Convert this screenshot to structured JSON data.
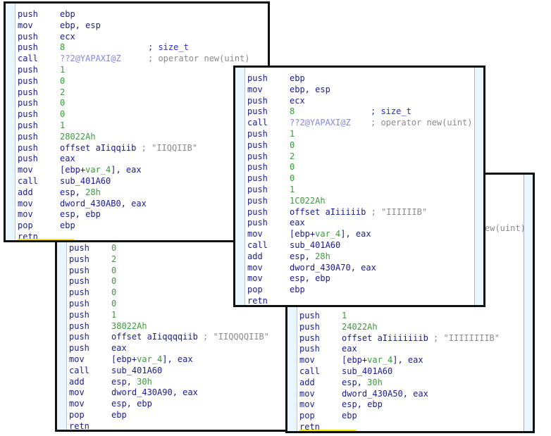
{
  "colors": {
    "mnemonic": "#1a1a8c",
    "immediate": "#3a9a3a",
    "import_name": "#8585e0",
    "comment": "#8a8a8a",
    "type_comment": "#2a2ae0",
    "gutter": "#eaf6fd",
    "border": "#111111",
    "highlight": "#f5e400"
  },
  "panels": [
    {
      "id": "func-iiqqiib",
      "lines": [
        {
          "m": "push",
          "o": "ebp"
        },
        {
          "m": "mov",
          "o": "ebp, esp"
        },
        {
          "m": "push",
          "o": "ecx"
        },
        {
          "m": "push",
          "o": "8",
          "c": "; size_t"
        },
        {
          "m": "call",
          "o": "??2@YAPAXI@Z",
          "c": "; operator new(uint)"
        },
        {
          "m": "push",
          "o": "1"
        },
        {
          "m": "push",
          "o": "0"
        },
        {
          "m": "push",
          "o": "2"
        },
        {
          "m": "push",
          "o": "0"
        },
        {
          "m": "push",
          "o": "0"
        },
        {
          "m": "push",
          "o": "1"
        },
        {
          "m": "push",
          "o": "28022Ah"
        },
        {
          "m": "push",
          "o": "offset aIiqqiib",
          "c": "; \"IIQQIIB\""
        },
        {
          "m": "push",
          "o": "eax"
        },
        {
          "m": "mov",
          "o": "[ebp+var_4], eax"
        },
        {
          "m": "call",
          "o": "sub_401A60"
        },
        {
          "m": "add",
          "o": "esp, 28h"
        },
        {
          "m": "mov",
          "o": "dword_430AB0, eax"
        },
        {
          "m": "mov",
          "o": "esp, ebp"
        },
        {
          "m": "pop",
          "o": "ebp"
        },
        {
          "m": "retn",
          "o": ""
        }
      ]
    },
    {
      "id": "func-iiqqqqiib",
      "lines": [
        {
          "m": "push",
          "o": "0"
        },
        {
          "m": "push",
          "o": "2"
        },
        {
          "m": "push",
          "o": "0"
        },
        {
          "m": "push",
          "o": "0"
        },
        {
          "m": "push",
          "o": "0"
        },
        {
          "m": "push",
          "o": "0"
        },
        {
          "m": "push",
          "o": "1"
        },
        {
          "m": "push",
          "o": "38022Ah"
        },
        {
          "m": "push",
          "o": "offset aIiqqqqiib",
          "c": "; \"IIQQQQIIB\""
        },
        {
          "m": "push",
          "o": "eax"
        },
        {
          "m": "mov",
          "o": "[ebp+var_4], eax"
        },
        {
          "m": "call",
          "o": "sub_401A60"
        },
        {
          "m": "add",
          "o": "esp, 30h"
        },
        {
          "m": "mov",
          "o": "dword_430A90, eax"
        },
        {
          "m": "mov",
          "o": "esp, ebp"
        },
        {
          "m": "pop",
          "o": "ebp"
        },
        {
          "m": "retn",
          "o": ""
        }
      ]
    },
    {
      "id": "func-iiiiiiiib",
      "lines": [
        {
          "m": "push",
          "o": "1"
        },
        {
          "m": "push",
          "o": "24022Ah"
        },
        {
          "m": "push",
          "o": "offset aIiiiiiiib",
          "c": "; \"IIIIIIIIB\""
        },
        {
          "m": "push",
          "o": "eax"
        },
        {
          "m": "mov",
          "o": "[ebp+var_4], eax"
        },
        {
          "m": "call",
          "o": "sub_401A60"
        },
        {
          "m": "add",
          "o": "esp, 30h"
        },
        {
          "m": "mov",
          "o": "dword_430A50, eax"
        },
        {
          "m": "mov",
          "o": "esp, ebp"
        },
        {
          "m": "pop",
          "o": "ebp"
        },
        {
          "m": "retn",
          "o": ""
        }
      ],
      "peek_comment": "ew(uint)"
    },
    {
      "id": "func-iiiiiib",
      "lines": [
        {
          "m": "push",
          "o": "ebp"
        },
        {
          "m": "mov",
          "o": "ebp, esp"
        },
        {
          "m": "push",
          "o": "ecx"
        },
        {
          "m": "push",
          "o": "8",
          "c": "; size_t"
        },
        {
          "m": "call",
          "o": "??2@YAPAXI@Z",
          "c": "; operator new(uint)"
        },
        {
          "m": "push",
          "o": "1"
        },
        {
          "m": "push",
          "o": "0"
        },
        {
          "m": "push",
          "o": "2"
        },
        {
          "m": "push",
          "o": "0"
        },
        {
          "m": "push",
          "o": "0"
        },
        {
          "m": "push",
          "o": "1"
        },
        {
          "m": "push",
          "o": "1C022Ah"
        },
        {
          "m": "push",
          "o": "offset aIiiiiib",
          "c": "; \"IIIIIIB\""
        },
        {
          "m": "push",
          "o": "eax"
        },
        {
          "m": "mov",
          "o": "[ebp+var_4], eax"
        },
        {
          "m": "call",
          "o": "sub_401A60"
        },
        {
          "m": "add",
          "o": "esp, 28h"
        },
        {
          "m": "mov",
          "o": "dword_430A70, eax"
        },
        {
          "m": "mov",
          "o": "esp, ebp"
        },
        {
          "m": "pop",
          "o": "ebp"
        },
        {
          "m": "retn",
          "o": ""
        }
      ]
    }
  ]
}
